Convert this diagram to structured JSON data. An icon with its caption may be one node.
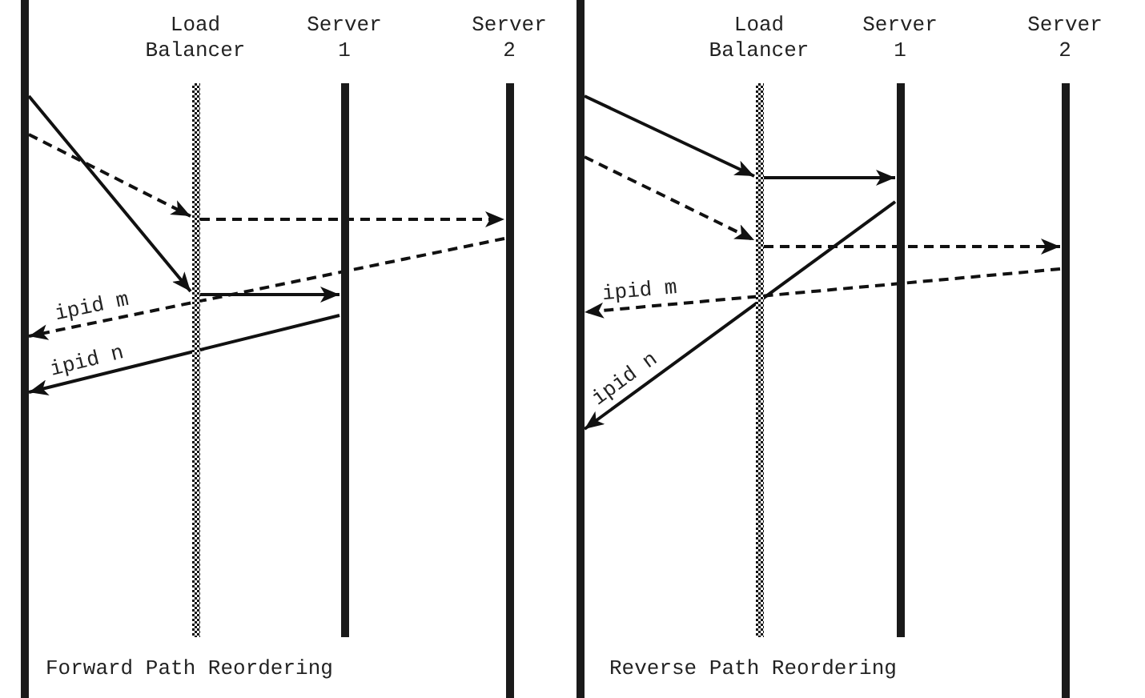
{
  "diagram": {
    "nodes": [
      {
        "text": [],
        "shape": "bar"
      },
      {
        "text": [
          "Load Balancer"
        ]
      },
      {
        "text": [
          "Server 1"
        ]
      },
      {
        "text": [
          "Server 2"
        ]
      },
      {
        "text": [],
        "shape": "bar"
      },
      {
        "text": [
          "Load Balancer"
        ]
      },
      {
        "text": [
          "Server 1"
        ]
      },
      {
        "text": [
          "Server 2"
        ]
      }
    ],
    "edges": [
      {
        "from": 0,
        "to": 1,
        "arrow": "to"
      },
      {
        "from": 0,
        "to": 1,
        "arrow": "to",
        "style": "dashed"
      },
      {
        "from": 1,
        "to": 3,
        "arrow": "to",
        "style": "dashed"
      },
      {
        "from": 1,
        "to": 2,
        "arrow": "to"
      },
      {
        "from": 3,
        "to": 0,
        "arrow": "to",
        "style": "dashed",
        "label": "ipid m"
      },
      {
        "from": 2,
        "to": 0,
        "arrow": "to",
        "label": "ipid n"
      },
      {
        "from": 4,
        "to": 5,
        "arrow": "to"
      },
      {
        "from": 5,
        "to": 6,
        "arrow": "to"
      },
      {
        "from": 4,
        "to": 5,
        "arrow": "to",
        "style": "dashed"
      },
      {
        "from": 5,
        "to": 7,
        "arrow": "to",
        "style": "dashed"
      },
      {
        "from": 6,
        "to": 4,
        "arrow": "to",
        "label": "ipid n"
      },
      {
        "from": 7,
        "to": 4,
        "arrow": "to",
        "style": "dashed",
        "label": "ipid m"
      }
    ],
    "labels": [
      "Forward Path Reordering",
      "Reverse Path Reordering"
    ]
  }
}
